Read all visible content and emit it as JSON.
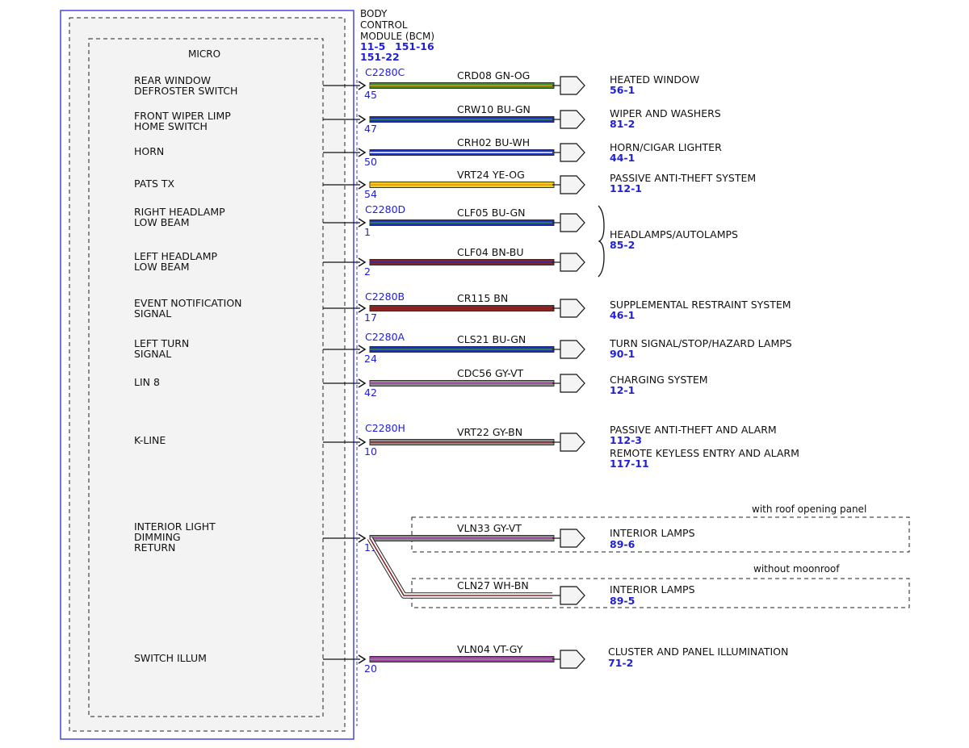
{
  "module": {
    "name_lines": [
      "BODY",
      "CONTROL",
      "MODULE (BCM)"
    ],
    "refs": [
      "11-5",
      "151-16",
      "151-22"
    ],
    "micro_label": "MICRO"
  },
  "colors": {
    "GN": "#3d8f1e",
    "OG": "#f08a1a",
    "BU": "#1a2fc4",
    "WH": "#ffffff",
    "YE": "#ecd21a",
    "BN": "#8b2323",
    "GY": "#8c8c8c",
    "VT": "#a33ca3",
    "module_border": "#3a3adc",
    "connector_label": "#1f1fd6"
  },
  "circuits": [
    {
      "signal": [
        "REAR WINDOW",
        "DEFROSTER SWITCH"
      ],
      "connector": "C2280C",
      "pin": "45",
      "wire": "CRD08",
      "color_code": "GN-OG",
      "dest": [
        "HEATED WINDOW"
      ],
      "dest_ref": [
        "56-1"
      ]
    },
    {
      "signal": [
        "FRONT WIPER LIMP",
        "HOME SWITCH"
      ],
      "connector": "",
      "pin": "47",
      "wire": "CRW10",
      "color_code": "BU-GN",
      "dest": [
        "WIPER AND WASHERS"
      ],
      "dest_ref": [
        "81-2"
      ]
    },
    {
      "signal": [
        "HORN"
      ],
      "connector": "",
      "pin": "50",
      "wire": "CRH02",
      "color_code": "BU-WH",
      "dest": [
        "HORN/CIGAR LIGHTER"
      ],
      "dest_ref": [
        "44-1"
      ]
    },
    {
      "signal": [
        "PATS TX"
      ],
      "connector": "",
      "pin": "54",
      "wire": "VRT24",
      "color_code": "YE-OG",
      "dest": [
        "PASSIVE ANTI-THEFT SYSTEM"
      ],
      "dest_ref": [
        "112-1"
      ]
    },
    {
      "signal": [
        "RIGHT HEADLAMP",
        "LOW BEAM"
      ],
      "connector": "C2280D",
      "pin": "1",
      "wire": "CLF05",
      "color_code": "BU-GN",
      "dest": [],
      "dest_ref": []
    },
    {
      "signal": [
        "LEFT HEADLAMP",
        "LOW BEAM"
      ],
      "connector": "",
      "pin": "2",
      "wire": "CLF04",
      "color_code": "BN-BU",
      "dest": [],
      "dest_ref": []
    },
    {
      "signal": [
        "EVENT NOTIFICATION",
        "SIGNAL"
      ],
      "connector": "C2280B",
      "pin": "17",
      "wire": "CR115",
      "color_code": "BN",
      "dest": [
        "SUPPLEMENTAL RESTRAINT SYSTEM"
      ],
      "dest_ref": [
        "46-1"
      ]
    },
    {
      "signal": [
        "LEFT TURN",
        "SIGNAL"
      ],
      "connector": "C2280A",
      "pin": "24",
      "wire": "CLS21",
      "color_code": "BU-GN",
      "dest": [
        "TURN SIGNAL/STOP/HAZARD LAMPS"
      ],
      "dest_ref": [
        "90-1"
      ]
    },
    {
      "signal": [
        "LIN 8"
      ],
      "connector": "",
      "pin": "42",
      "wire": "CDC56",
      "color_code": "GY-VT",
      "dest": [
        "CHARGING SYSTEM"
      ],
      "dest_ref": [
        "12-1"
      ]
    },
    {
      "signal": [
        "K-LINE"
      ],
      "connector": "C2280H",
      "pin": "10",
      "wire": "VRT22",
      "color_code": "GY-BN",
      "dest": [
        "PASSIVE ANTI-THEFT AND ALARM",
        "REMOTE KEYLESS ENTRY AND ALARM"
      ],
      "dest_ref": [
        "112-3",
        "117-11"
      ]
    },
    {
      "signal": [
        "INTERIOR LIGHT",
        "DIMMING",
        "RETURN"
      ],
      "connector": "",
      "pin": "11",
      "wire": "VLN33",
      "color_code": "GY-VT",
      "dest": [
        "INTERIOR LAMPS"
      ],
      "dest_ref": [
        "89-6"
      ],
      "option": "with roof opening panel"
    },
    {
      "signal": [],
      "connector": "",
      "pin": "",
      "wire": "CLN27",
      "color_code": "WH-BN",
      "dest": [
        "INTERIOR LAMPS"
      ],
      "dest_ref": [
        "89-5"
      ],
      "option": "without moonroof"
    },
    {
      "signal": [
        "SWITCH ILLUM"
      ],
      "connector": "",
      "pin": "20",
      "wire": "VLN04",
      "color_code": "VT-GY",
      "dest": [
        "CLUSTER AND PANEL ILLUMINATION"
      ],
      "dest_ref": [
        "71-2"
      ]
    }
  ],
  "headlamp_group": {
    "dest": "HEADLAMPS/AUTOLAMPS",
    "dest_ref": "85-2"
  }
}
